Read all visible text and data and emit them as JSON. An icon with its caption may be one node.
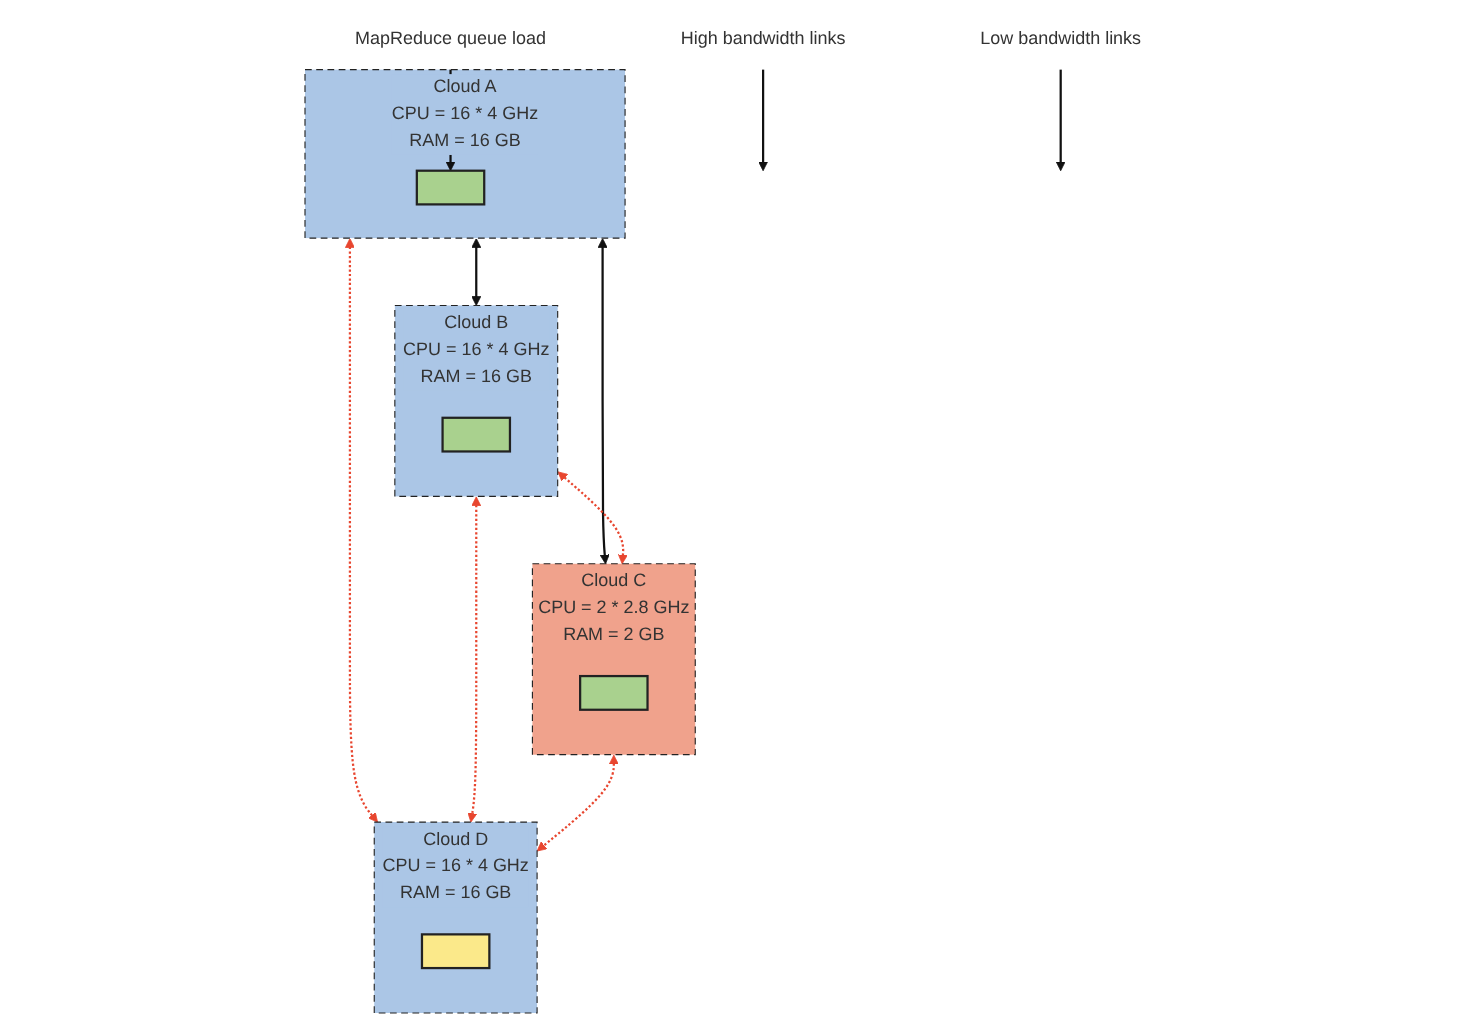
{
  "diagram": {
    "nodes": [
      {
        "text": [
          "Cloud A",
          "CPU = 16 * 4 GHz",
          "RAM = 16 GB"
        ]
      },
      {
        "text": [],
        "shape": "bar",
        "in": 0
      },
      {
        "text": [
          "MapReduce queue load"
        ]
      },
      {
        "text": [
          "Cloud B",
          "CPU = 16 * 4 GHz",
          "RAM = 16 GB"
        ]
      },
      {
        "text": [],
        "shape": "bar",
        "in": 3
      },
      {
        "text": [
          "High bandwidth links"
        ]
      },
      {
        "text": [
          "Cloud C",
          "CPU = 2 * 2.8 GHz",
          "RAM = 2 GB"
        ]
      },
      {
        "text": [],
        "shape": "bar",
        "in": 6
      },
      {
        "text": [
          "Low bandwidth links"
        ]
      },
      {
        "text": [
          "Cloud D",
          "CPU = 16 * 4 GHz",
          "RAM = 16 GB"
        ]
      },
      {
        "text": [],
        "shape": "bar",
        "in": 9
      }
    ],
    "edges": [
      {
        "from": 2,
        "to": 1,
        "arrow": "to"
      },
      {
        "from": 0,
        "to": 3,
        "arrow": "both"
      },
      {
        "from": 0,
        "to": 6,
        "arrow": "both"
      },
      {
        "from": 5,
        "to": null,
        "arrow": "to"
      },
      {
        "from": 0,
        "to": 9,
        "arrow": "both",
        "style": "dashed",
        "color": "#e8462f"
      },
      {
        "from": 3,
        "to": 6,
        "arrow": "both",
        "style": "dashed",
        "color": "#e8462f"
      },
      {
        "from": 3,
        "to": 9,
        "arrow": "both",
        "style": "dashed",
        "color": "#e8462f"
      },
      {
        "from": 6,
        "to": 9,
        "arrow": "both",
        "style": "dashed",
        "color": "#e8462f"
      },
      {
        "from": 8,
        "to": null,
        "arrow": "to"
      }
    ]
  }
}
